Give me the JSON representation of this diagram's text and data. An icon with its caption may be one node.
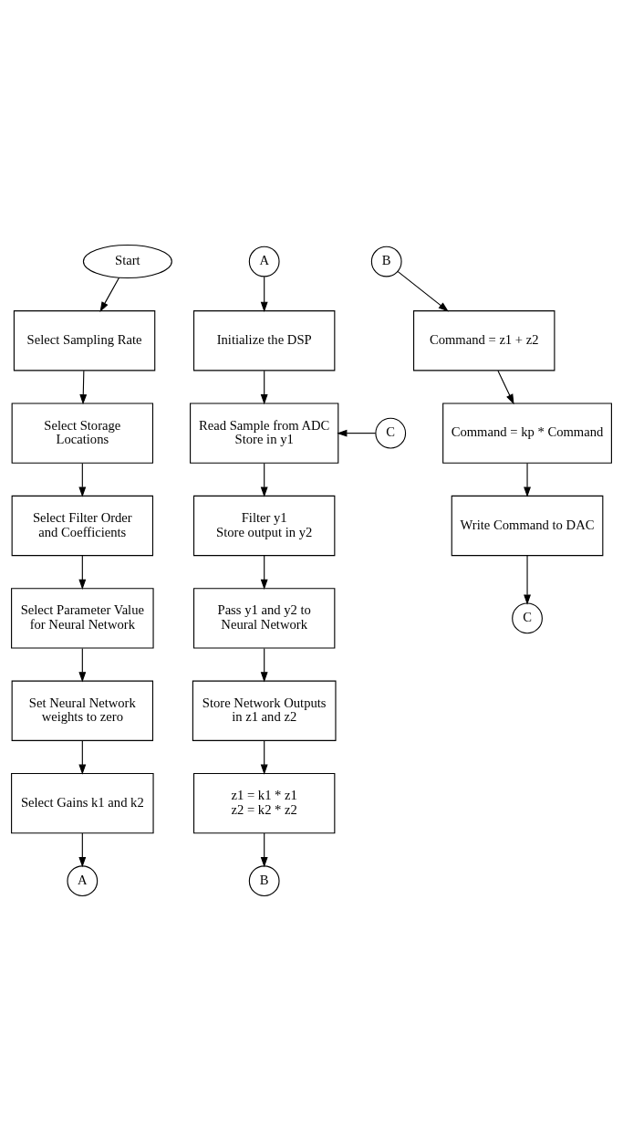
{
  "diagram": {
    "nodes": [
      {
        "text": [
          "Start"
        ]
      },
      {
        "text": [
          "Select Sampling Rate"
        ]
      },
      {
        "text": [
          "Select Storage Locations"
        ]
      },
      {
        "text": [
          "Select Filter Order and Coefficients"
        ]
      },
      {
        "text": [
          "Select Parameter Value for Neural Network"
        ]
      },
      {
        "text": [
          "Set Neural Network weights to zero"
        ]
      },
      {
        "text": [
          "Select Gains k1 and k2"
        ]
      },
      {
        "text": [
          "A"
        ]
      },
      {
        "text": [
          "A"
        ]
      },
      {
        "text": [
          "Initialize the DSP"
        ]
      },
      {
        "text": [
          "Read Sample from ADC",
          "Store in y1"
        ]
      },
      {
        "text": [
          "C"
        ]
      },
      {
        "text": [
          "Filter y1",
          "Store output in y2"
        ]
      },
      {
        "text": [
          "Pass y1 and y2 to Neural Network"
        ]
      },
      {
        "text": [
          "Store Network Outputs in z1 and z2"
        ]
      },
      {
        "text": [
          "z1 = k1 * z1",
          "z2 = k2 * z2"
        ]
      },
      {
        "text": [
          "B"
        ]
      },
      {
        "text": [
          "B"
        ]
      },
      {
        "text": [
          "Command = z1 + z2"
        ]
      },
      {
        "text": [
          "Command = kp * Command"
        ]
      },
      {
        "text": [
          "Write Command to DAC"
        ]
      },
      {
        "text": [
          "C"
        ]
      }
    ],
    "edges": [
      {
        "from": 0,
        "to": 1,
        "arrow": "to"
      },
      {
        "from": 1,
        "to": 2,
        "arrow": "to"
      },
      {
        "from": 2,
        "to": 3,
        "arrow": "to"
      },
      {
        "from": 3,
        "to": 4,
        "arrow": "to"
      },
      {
        "from": 4,
        "to": 5,
        "arrow": "to"
      },
      {
        "from": 5,
        "to": 6,
        "arrow": "to"
      },
      {
        "from": 6,
        "to": 7,
        "arrow": "to"
      },
      {
        "from": 8,
        "to": 9,
        "arrow": "to"
      },
      {
        "from": 9,
        "to": 10,
        "arrow": "to"
      },
      {
        "from": 11,
        "to": 10,
        "arrow": "to"
      },
      {
        "from": 10,
        "to": 12,
        "arrow": "to"
      },
      {
        "from": 12,
        "to": 13,
        "arrow": "to"
      },
      {
        "from": 13,
        "to": 14,
        "arrow": "to"
      },
      {
        "from": 14,
        "to": 15,
        "arrow": "to"
      },
      {
        "from": 15,
        "to": 16,
        "arrow": "to"
      },
      {
        "from": 17,
        "to": 18,
        "arrow": "to"
      },
      {
        "from": 18,
        "to": 19,
        "arrow": "to"
      },
      {
        "from": 19,
        "to": 20,
        "arrow": "to"
      },
      {
        "from": 20,
        "to": 21,
        "arrow": "to"
      }
    ]
  }
}
